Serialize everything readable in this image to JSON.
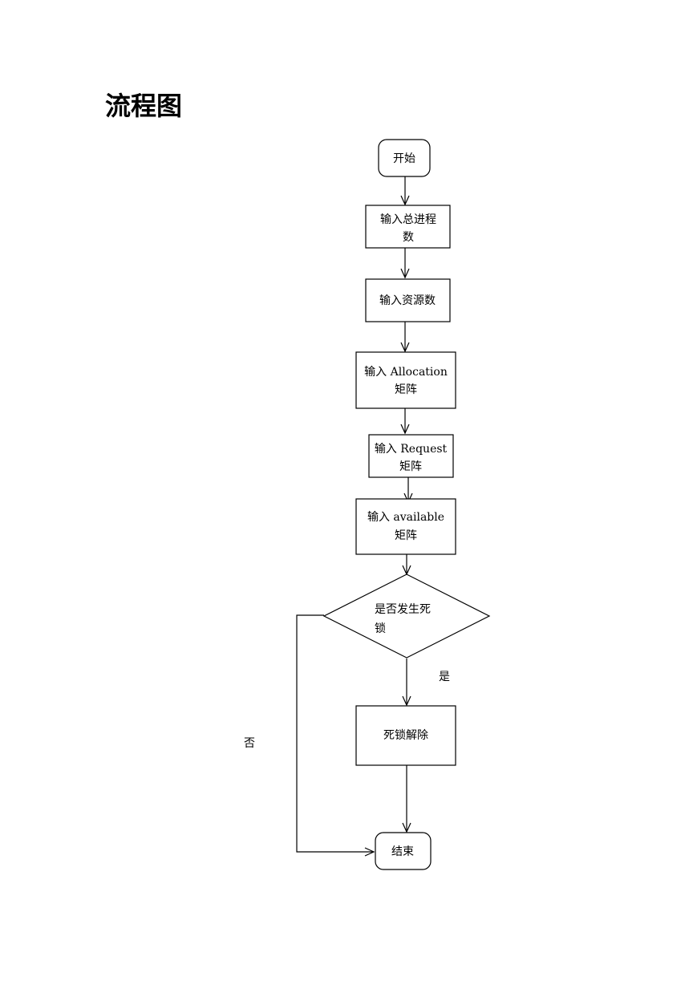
{
  "page": {
    "title": "流程图"
  },
  "flowchart": {
    "nodes": {
      "start": {
        "shape": "rounded",
        "lines": [
          "开始"
        ]
      },
      "input_process_count": {
        "shape": "rect",
        "lines": [
          "输入总进程",
          "数"
        ]
      },
      "input_resource_count": {
        "shape": "rect",
        "lines": [
          "输入资源数"
        ]
      },
      "input_allocation": {
        "shape": "rect",
        "lines": [
          "输入 Allocation",
          "矩阵"
        ]
      },
      "input_request": {
        "shape": "rect",
        "lines": [
          "输入 Request",
          "矩阵"
        ]
      },
      "input_available": {
        "shape": "rect",
        "lines": [
          "输入 available",
          "矩阵"
        ]
      },
      "deadlock_check": {
        "shape": "diamond",
        "lines": [
          "是否发生死",
          "锁"
        ]
      },
      "deadlock_resolve": {
        "shape": "rect",
        "lines": [
          "死锁解除"
        ]
      },
      "end": {
        "shape": "rounded",
        "lines": [
          "结束"
        ]
      }
    },
    "edges": [
      {
        "from": "start",
        "to": "input_process_count"
      },
      {
        "from": "input_process_count",
        "to": "input_resource_count"
      },
      {
        "from": "input_resource_count",
        "to": "input_allocation"
      },
      {
        "from": "input_allocation",
        "to": "input_request"
      },
      {
        "from": "input_request",
        "to": "input_available"
      },
      {
        "from": "input_available",
        "to": "deadlock_check"
      },
      {
        "from": "deadlock_check",
        "to": "deadlock_resolve",
        "label": "是"
      },
      {
        "from": "deadlock_resolve",
        "to": "end"
      },
      {
        "from": "deadlock_check",
        "to": "end",
        "label": "否"
      }
    ]
  }
}
